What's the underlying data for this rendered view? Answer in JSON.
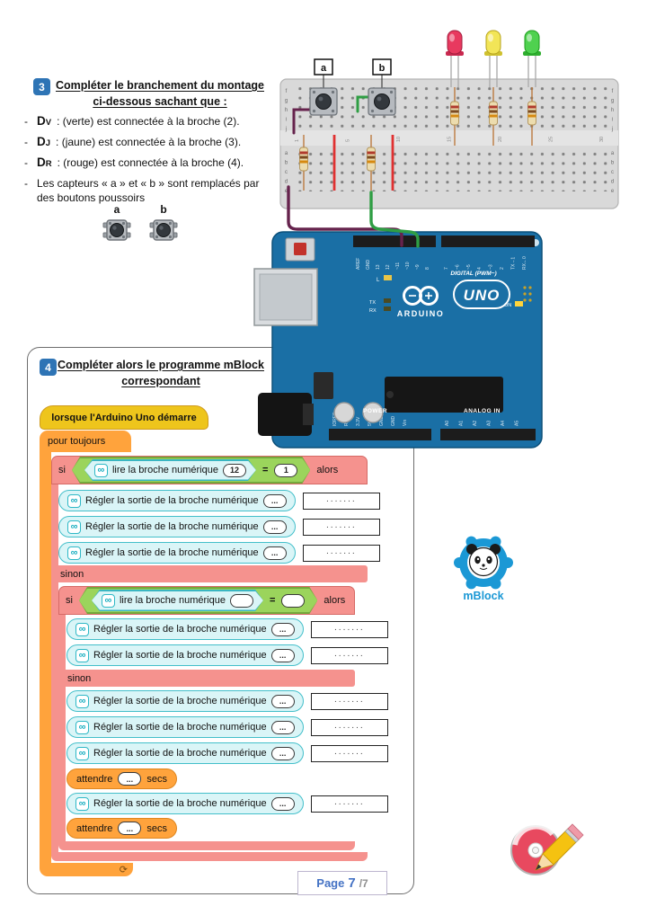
{
  "exercise3": {
    "badge": "3",
    "title_line1": "Compléter le branchement du montage",
    "title_line2": "ci-dessous sachant que :",
    "bullets": [
      {
        "dash": "-",
        "label": "DV",
        "text": ": (verte) est connectée à la broche (2)."
      },
      {
        "dash": "-",
        "label": "DJ",
        "text": ": (jaune) est connectée à la broche (3)."
      },
      {
        "dash": "-",
        "label": "DR",
        "text": ": (rouge) est connectée à la broche (4)."
      },
      {
        "dash": "-",
        "label": "",
        "text": "Les capteurs « a » et « b » sont remplacés par des boutons poussoirs"
      }
    ],
    "pushbutton_a_label": "a",
    "pushbutton_b_label": "b"
  },
  "breadboard": {
    "button_a_label": "a",
    "button_b_label": "b",
    "row_letters_top": [
      "f",
      "g",
      "h",
      "i",
      "j"
    ],
    "row_letters_bottom": [
      "a",
      "b",
      "c",
      "d",
      "e"
    ],
    "column_numbers": [
      "1",
      "5",
      "10",
      "15",
      "20",
      "25",
      "30"
    ]
  },
  "arduino": {
    "brand": "ARDUINO",
    "model": "UNO",
    "digital_label": "DIGITAL (PWM~)",
    "power_label": "POWER",
    "analog_label": "ANALOG IN",
    "led_l": "L",
    "led_tx": "TX",
    "led_rx": "RX",
    "led_on": "ON",
    "digital_pins_left": [
      "AREF",
      "GND",
      "13",
      "12",
      "~11",
      "~10",
      "~9",
      "8"
    ],
    "digital_pins_right": [
      "7",
      "~6",
      "~5",
      "4",
      "~3",
      "2",
      "TX→1",
      "RX←0"
    ],
    "power_pins": [
      "IOREF",
      "RESET",
      "3.3V",
      "5V",
      "GND",
      "GND",
      "Vin"
    ],
    "analog_pins": [
      "A0",
      "A1",
      "A2",
      "A3",
      "A4",
      "A5"
    ]
  },
  "exercise4": {
    "badge": "4",
    "title_line1": "Compléter alors le programme mBlock",
    "title_line2": "correspondant"
  },
  "blocks": {
    "hat_label": "lorsque l'Arduino Uno démarre",
    "forever_label": "pour toujours",
    "if_label": "si",
    "then_label": "alors",
    "else_label": "sinon",
    "read_label": "lire la broche numérique",
    "set_label": "Régler la sortie de la broche numérique",
    "wait_label": "attendre",
    "secs_label": "secs",
    "equals": "=",
    "cond1_pin": "12",
    "cond1_value": "1",
    "cond2_pin": "",
    "cond2_value": "",
    "oval_dots": "...",
    "answer_dots": "·······",
    "infinity_icon": "∞",
    "loop_icon": "⟳"
  },
  "mblock_logo": {
    "label": "mBlock"
  },
  "footer": {
    "page_label": "Page",
    "page_number": "7",
    "page_total": "/7"
  },
  "colors": {
    "badge_blue": "#2e74b5",
    "block_hat": "#eec51c",
    "block_control_orange": "#ffa33c",
    "block_if_salmon": "#f5928e",
    "block_arduino_cyan": "#daf5f7",
    "block_operator_green": "#9bd45c",
    "arduino_board": "#1a6fa5",
    "mblock_blue": "#1b98d5",
    "page_number_blue": "#4472c4"
  }
}
